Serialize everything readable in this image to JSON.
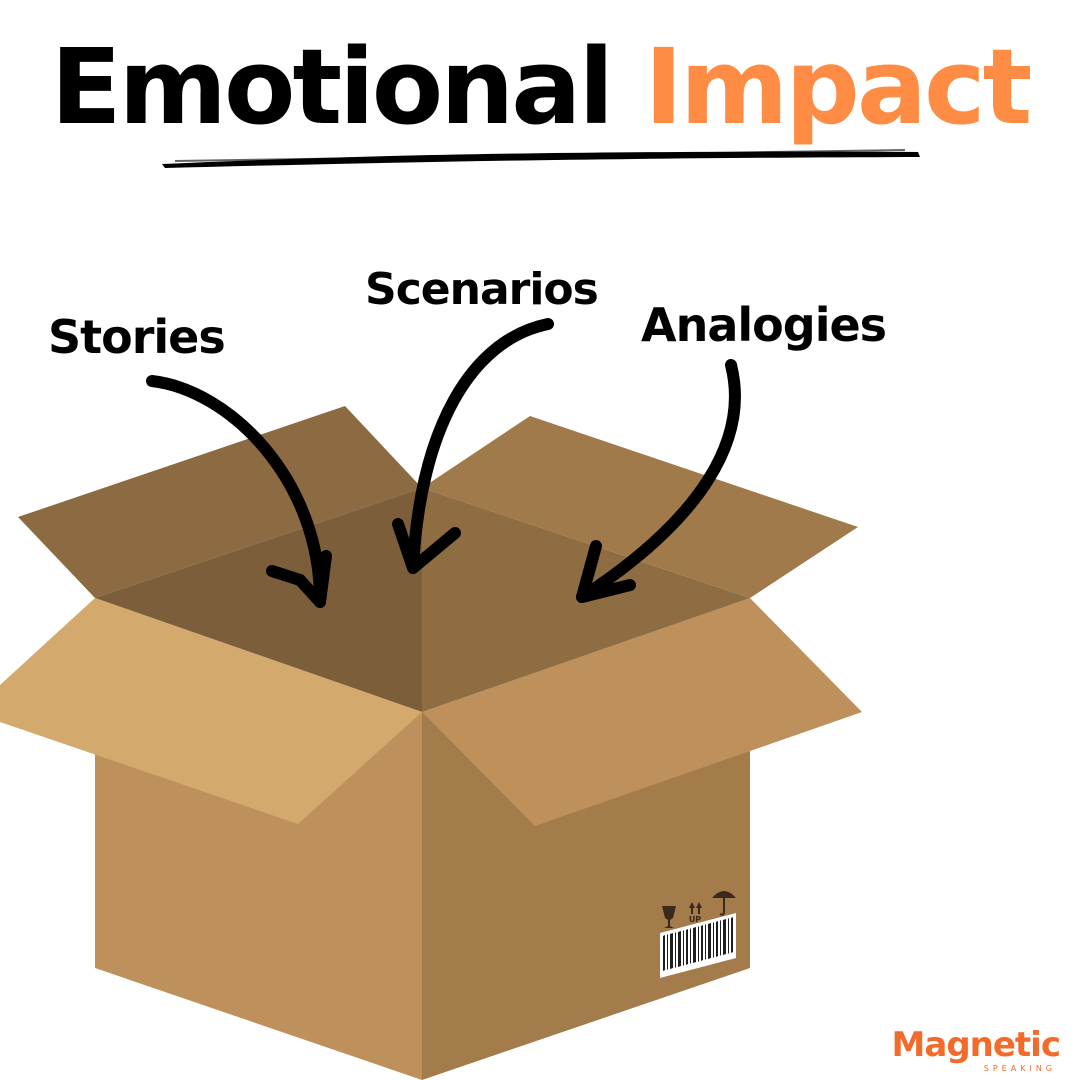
{
  "title": {
    "part1": "Emotional",
    "part2": "Impact",
    "accent_color": "#FF8C45"
  },
  "labels": {
    "stories": "Stories",
    "scenarios": "Scenarios",
    "analogies": "Analogies"
  },
  "box": {
    "colors": {
      "outer_flap_left": "#8C6B43",
      "outer_flap_right": "#A17A4B",
      "inner_left": "#7C5E3A",
      "inner_right": "#8E6D43",
      "front_left": "#BE915C",
      "front_right": "#A47B4B",
      "front_flap_left": "#D3A96E",
      "front_flap_right": "#BE915C"
    },
    "shipping_icons": [
      "fragile-glass-icon",
      "this-side-up-icon",
      "keep-dry-umbrella-icon"
    ],
    "shipping_up_text": "UP"
  },
  "brand": {
    "name": "Magnetic",
    "subtitle": "SPEAKING",
    "color": "#F26B2A"
  }
}
